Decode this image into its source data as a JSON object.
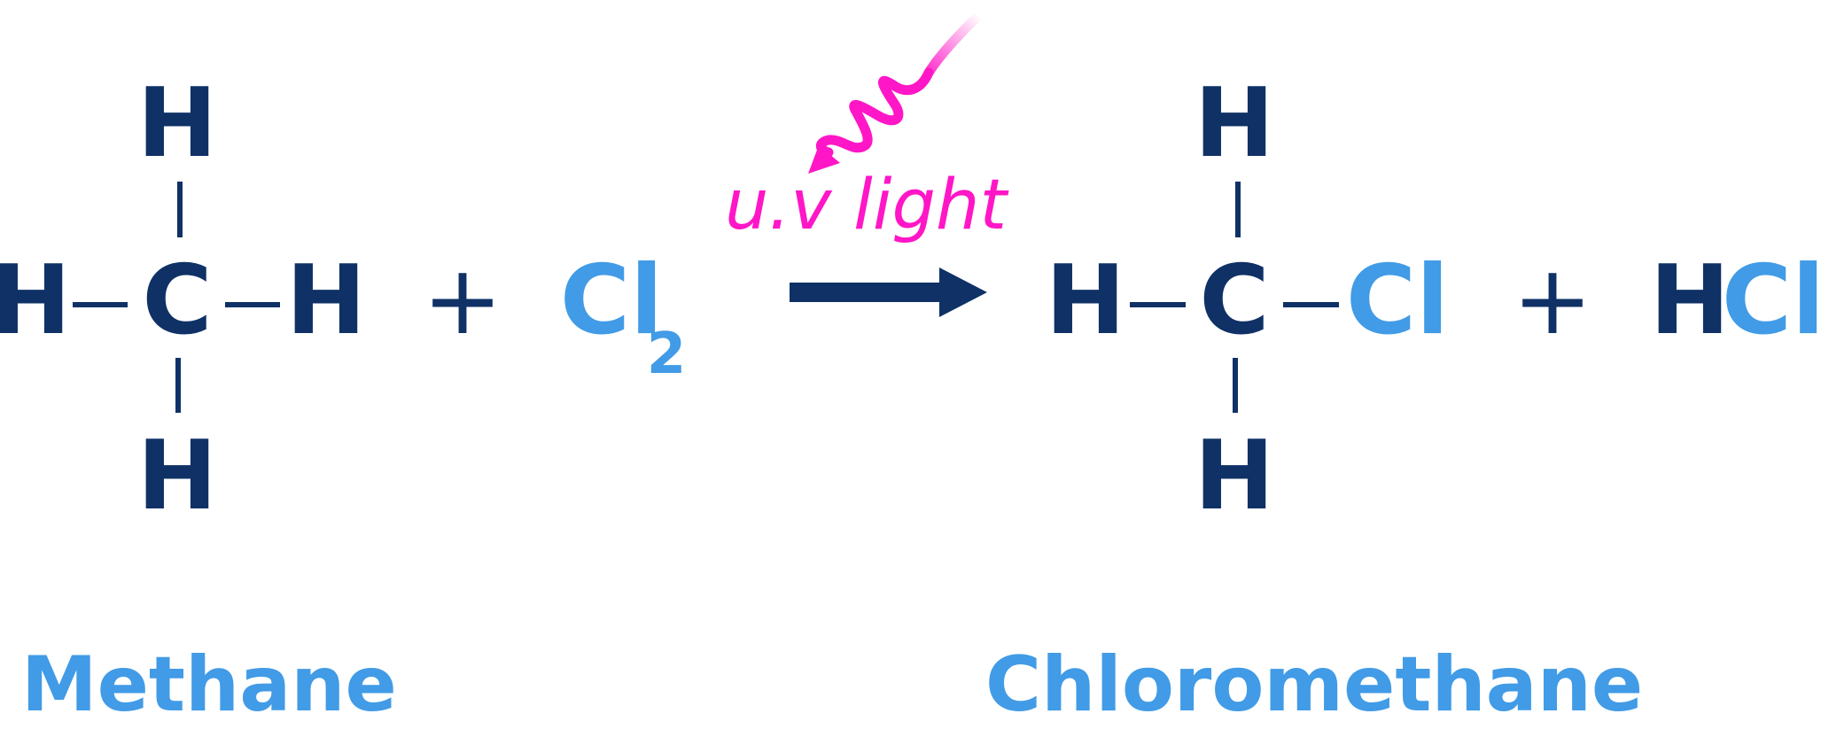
{
  "reactants": {
    "methane": {
      "h_top": "H",
      "h_left": "H",
      "carbon": "C",
      "h_right": "H",
      "h_bottom": "H"
    },
    "plus": "+",
    "chlorine": {
      "symbol": "Cl",
      "subscript": "2"
    }
  },
  "arrow": {
    "condition": "u.v light"
  },
  "products": {
    "chloromethane": {
      "h_top": "H",
      "h_left": "H",
      "carbon": "C",
      "chlorine": "Cl",
      "h_bottom": "H"
    },
    "plus": "+",
    "hcl": {
      "h": "H",
      "cl": "Cl"
    }
  },
  "names": {
    "reactant": "Methane",
    "product": "Chloromethane"
  },
  "colors": {
    "navy": "#0f3166",
    "blue": "#419be6",
    "pink": "#ff16c7"
  }
}
